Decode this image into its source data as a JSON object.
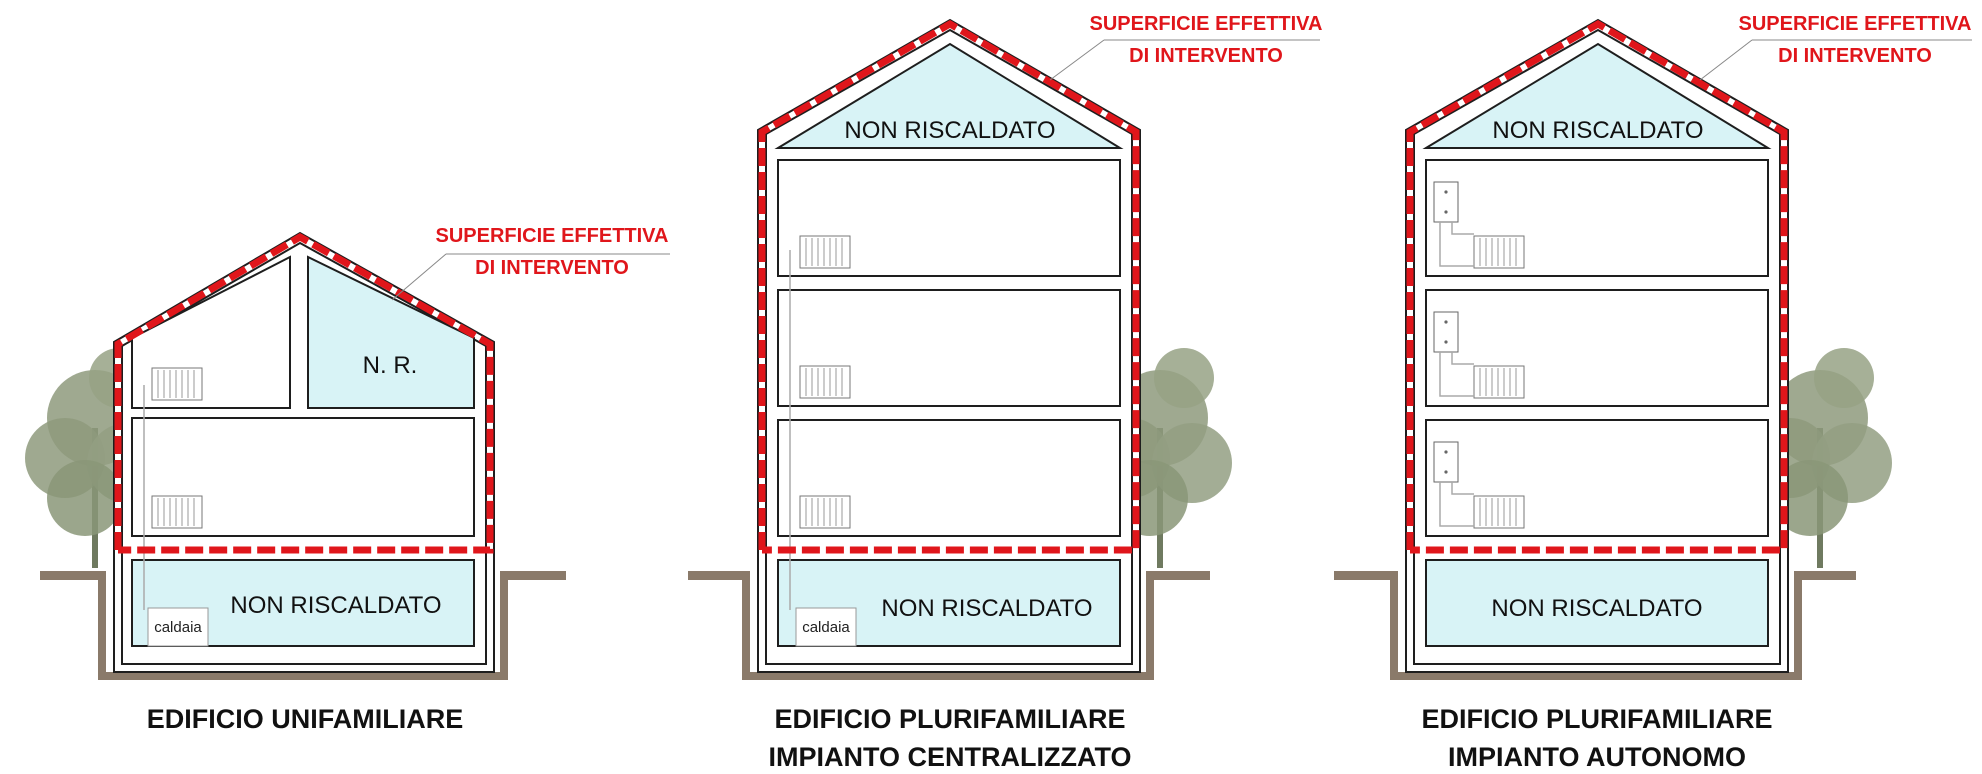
{
  "colors": {
    "envelope": "#e0161b",
    "unheated_fill": "#d8f3f6",
    "ground": "#8a7a6a",
    "tree": "#8e9a7c",
    "wall": "#1e1e1e"
  },
  "callouts": {
    "line1": "SUPERFICIE EFFETTIVA",
    "line2": "DI  INTERVENTO"
  },
  "buildings": [
    {
      "caption": [
        "EDIFICIO UNIFAMILIARE"
      ],
      "basement_label": "NON  RISCALDATO",
      "attic_label": "N. R.",
      "boiler_label": "caldaia"
    },
    {
      "caption": [
        "EDIFICIO PLURIFAMILIARE",
        "IMPIANTO CENTRALIZZATO"
      ],
      "attic_label": "NON RISCALDATO",
      "basement_label": "NON  RISCALDATO",
      "boiler_label": "caldaia"
    },
    {
      "caption": [
        "EDIFICIO PLURIFAMILIARE",
        "IMPIANTO AUTONOMO"
      ],
      "attic_label": "NON RISCALDATO",
      "basement_label": "NON  RISCALDATO"
    }
  ]
}
